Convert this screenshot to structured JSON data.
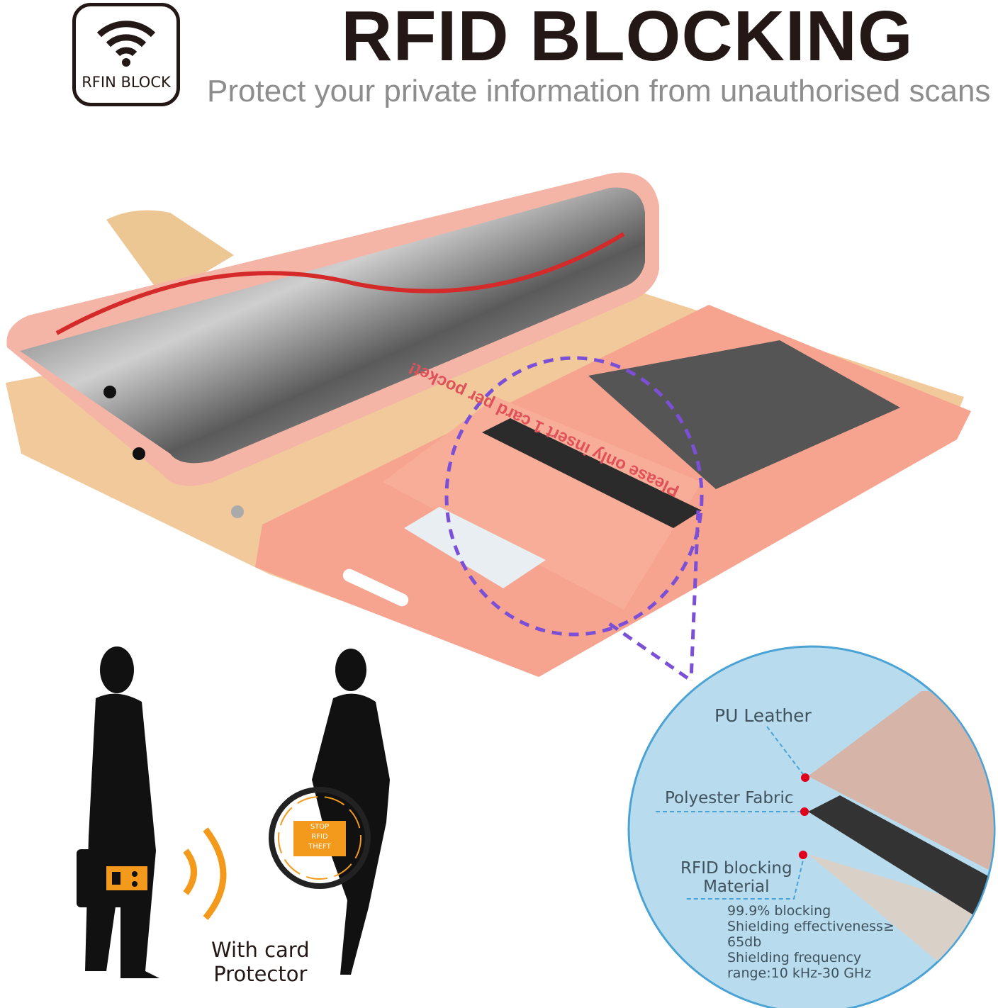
{
  "header": {
    "logo_text": "RFIN BLOCK",
    "logo_icon": "wifi-icon",
    "title": "RFID BLOCKING",
    "subtitle": "Protect your private information from unauthorised scans"
  },
  "product": {
    "card_notice": "Please only insert 1 card per pocket!"
  },
  "material_layers": {
    "pu_leather": "PU Leather",
    "polyester": "Polyester Fabric",
    "rfid_line1": "RFID blocking",
    "rfid_line2": "Material",
    "specs": [
      "99.9% blocking",
      "Shielding effectiveness≥",
      "65db",
      "Shielding frequency",
      "range:10 kHz-30 GHz"
    ]
  },
  "illustration": {
    "badge_top": "STOP",
    "badge_mid": "RFID",
    "badge_bottom": "THEFT",
    "caption_line1": "With card",
    "caption_line2": "Protector"
  },
  "colors": {
    "accent": "#f39a1c",
    "leather": "#f4a58f",
    "inset_bg": "#b8dcee",
    "dashed": "#7b4fd6"
  }
}
